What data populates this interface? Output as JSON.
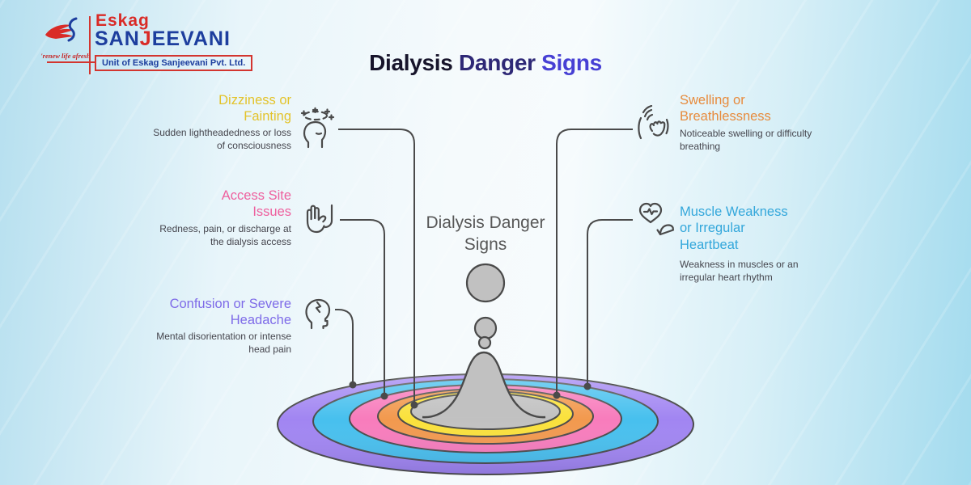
{
  "logo": {
    "brand_top": "Eskag",
    "brand_main_p1": "SAN",
    "brand_main_red": "J",
    "brand_main_p2": "EEVANI",
    "tagline": "'renew life afresh",
    "unit_line": "Unit of Eskag Sanjeevani Pvt. Ltd.",
    "brand_red": "#d92b27",
    "brand_blue": "#1d3e9e"
  },
  "title": {
    "p1": "Dialysis",
    "p2": "Danger",
    "p3": "Signs",
    "p1_color": "#17142b",
    "p2_color": "#2e2876",
    "p3_color": "#4740d4"
  },
  "center": {
    "line1": "Dialysis Danger",
    "line2": "Signs"
  },
  "items": [
    {
      "id": "dizziness-or-fainting",
      "title": "Dizziness or Fainting",
      "description": "Sudden lightheadedness or loss of consciousness",
      "color": "#e3c32b",
      "icon": "dizzy-head-icon"
    },
    {
      "id": "access-site-issues",
      "title": "Access Site Issues",
      "description": "Redness, pain, or discharge at the dialysis access",
      "color": "#ee609e",
      "icon": "raised-hand-icon"
    },
    {
      "id": "confusion-or-severe-headache",
      "title": "Confusion or Severe Headache",
      "description": "Mental disorientation or intense head pain",
      "color": "#7e6be8",
      "icon": "cracked-head-icon"
    },
    {
      "id": "swelling-or-breathlessness",
      "title": "Swelling or Breathlessness",
      "description": "Noticeable swelling or difficulty breathing",
      "color": "#e78b3d",
      "icon": "breathless-chest-icon"
    },
    {
      "id": "muscle-weakness-or-irregular-heartbeat",
      "title": "Muscle Weakness or Irregular Heartbeat",
      "description": "Weakness in muscles or an irregular heart rhythm",
      "color": "#33a7db",
      "icon": "heart-muscle-icon"
    }
  ],
  "ripple": {
    "rings": [
      {
        "name": "outer-purple",
        "color": "#a185f2"
      },
      {
        "name": "blue",
        "color": "#47c0ee"
      },
      {
        "name": "pink",
        "color": "#f87cbc"
      },
      {
        "name": "orange",
        "color": "#f2994e"
      },
      {
        "name": "yellow",
        "color": "#fae13c"
      },
      {
        "name": "center-gray",
        "color": "#c1c1c1"
      }
    ],
    "splash_color": "#c1c1c1",
    "line_color": "#4a4a4a"
  }
}
